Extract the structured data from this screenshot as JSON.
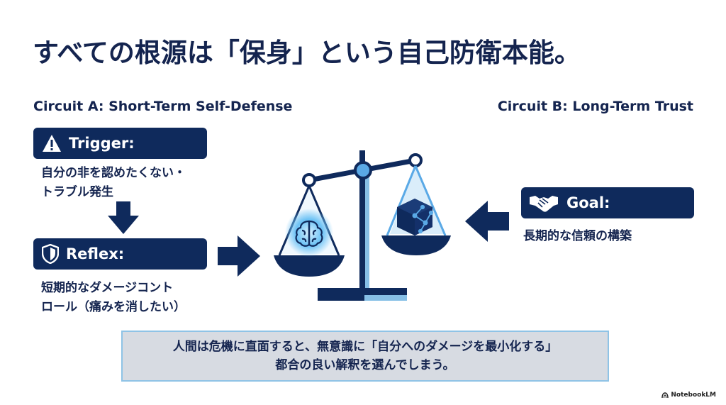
{
  "title": "すべての根源は「保身」という自己防衛本能。",
  "circuit_a": {
    "label": "Circuit A: Short-Term Self-Defense",
    "trigger_label": "Trigger:",
    "trigger_desc": "自分の非を認めたくない・\nトラブル発生",
    "reflex_label": "Reflex:",
    "reflex_desc": "短期的なダメージコント\nロール（痛みを消したい）"
  },
  "circuit_b": {
    "label": "Circuit B: Long-Term Trust",
    "goal_label": "Goal:",
    "goal_desc": "長期的な信頼の構築"
  },
  "summary": {
    "line1": "人間は危機に直面すると、無意識に「自分へのダメージを最小化する」",
    "line2": "都合の良い解釈を選んでしまう。"
  },
  "brand": "NotebookLM",
  "icons": {
    "trigger": "warning-icon",
    "reflex": "shield-icon",
    "goal": "handshake-icon",
    "left_pan": "brain-icon",
    "right_pan": "network-cube-icon"
  },
  "colors": {
    "navy": "#0f2a5c",
    "accent_blue": "#5aa9e6",
    "summary_bg": "#d7dbe2"
  }
}
